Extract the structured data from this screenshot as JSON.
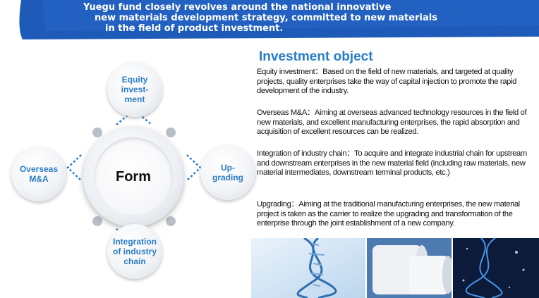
{
  "banner": {
    "line1": "Yuegu fund closely revolves around the national innovative",
    "line2": "new materials development strategy, committed to new materials",
    "line3": "in the field of product investment."
  },
  "diagram": {
    "center": "Form",
    "top": [
      "Equity",
      "invest-",
      "ment"
    ],
    "left": [
      "Overseas",
      "M&A"
    ],
    "right": [
      "Up-",
      "grading"
    ],
    "bottom": [
      "Integration",
      "of industry",
      "chain"
    ]
  },
  "section": {
    "title": "Investment object",
    "paragraphs": [
      "Equity investment：Based on the field of new materials, and targeted at quality projects, quality enterprises take the way of capital injection to promote the rapid development of the industry.",
      "Overseas M&A：Aiming at overseas advanced technology resources in the field of new materials, and excellent manufacturing enterprises, the rapid absorption and acquisition of excellent resources can be realized.",
      "Integration of industry chain：To acquire and integrate industrial chain for upstream and downstream enterprises in the new material field (including raw materials, new material intermediates, downstream terminal products, etc.)",
      "Upgrading：Aiming at the traditional manufacturing enterprises, the new material project is taken as the carrier to realize the upgrading and transformation of the enterprise through the joint establishment of a new company."
    ]
  },
  "colors": {
    "banner": "#1e5bb8",
    "accent": "#2a7cc7"
  }
}
